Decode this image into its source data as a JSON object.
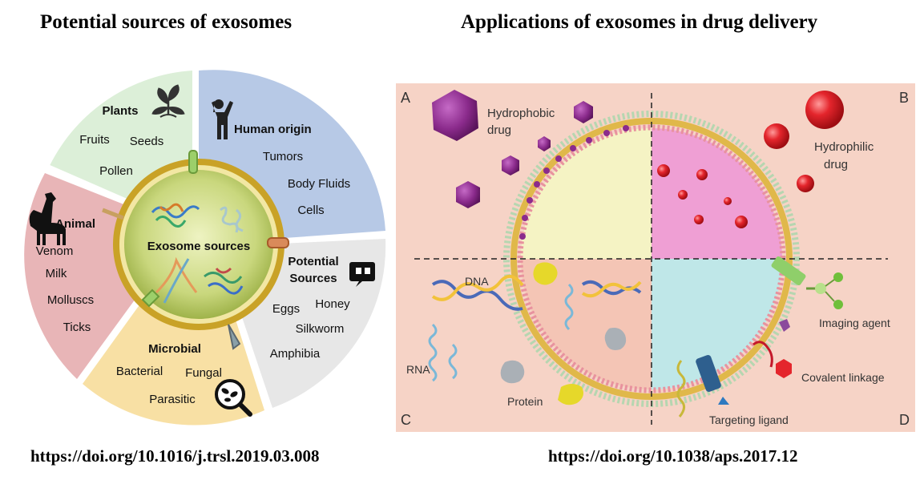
{
  "left_panel": {
    "title": "Potential sources of exosomes",
    "center_label": "Exosome sources",
    "plants": {
      "title": "Plants",
      "items": [
        "Fruits",
        "Seeds",
        "Pollen"
      ]
    },
    "human": {
      "title": "Human origin",
      "items": [
        "Tumors",
        "Body Fluids",
        "Cells"
      ]
    },
    "potential": {
      "title_line1": "Potential",
      "title_line2": "Sources",
      "items": [
        "Eggs",
        "Honey",
        "Silkworm",
        "Amphibia"
      ]
    },
    "microbial": {
      "title": "Microbial",
      "items": [
        "Bacterial",
        "Fungal",
        "Parasitic"
      ]
    },
    "animal": {
      "title": "Animal",
      "items": [
        "Venom",
        "Milk",
        "Molluscs",
        "Ticks"
      ]
    },
    "url": "https://doi.org/10.1016/j.trsl.2019.03.008",
    "colors": {
      "plants": "#dcefd8",
      "human": "#b7c9e6",
      "potential": "#e6e6e6",
      "microbial": "#f8e0a4",
      "animal": "#e8b5b7"
    }
  },
  "right_panel": {
    "title": "Applications of exosomes in drug delivery",
    "quadrants": [
      "A",
      "B",
      "C",
      "D"
    ],
    "labels": {
      "hydrophobic_1": "Hydrophobic",
      "hydrophobic_2": "drug",
      "hydrophilic_1": "Hydrophilic",
      "hydrophilic_2": "drug",
      "dna": "DNA",
      "rna": "RNA",
      "protein": "Protein",
      "imaging": "Imaging agent",
      "covalent": "Covalent linkage",
      "targeting": "Targeting ligand"
    },
    "url": "https://doi.org/10.1038/aps.2017.12",
    "colors": {
      "background": "#f6d3c6",
      "quad_a": "#f5f3c4",
      "quad_b": "#ef9fd4",
      "quad_c": "#f4c5b5",
      "quad_d": "#bfe7e8",
      "drug_purple": "#8b2b8c",
      "drug_red": "#e4252c"
    }
  }
}
